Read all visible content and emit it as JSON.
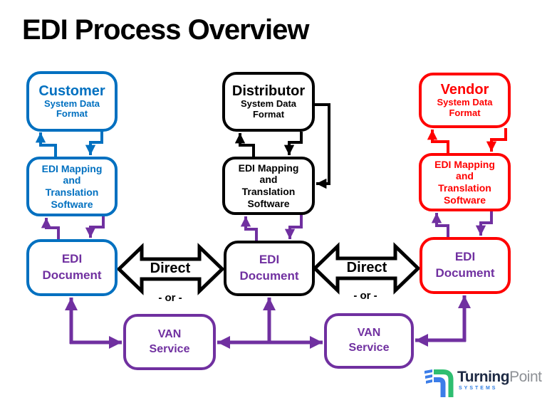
{
  "title": "EDI Process Overview",
  "palette": {
    "customer_blue": "#0070C0",
    "distributor_black": "#000000",
    "vendor_red": "#FF0000",
    "edi_purple": "#7030A0"
  },
  "columns": [
    {
      "name": "Customer",
      "sub_lines": [
        "System Data",
        "Format"
      ],
      "mapping_lines": [
        "EDI Mapping",
        "and",
        "Translation",
        "Software"
      ],
      "doc_lines": [
        "EDI",
        "Document"
      ]
    },
    {
      "name": "Distributor",
      "sub_lines": [
        "System Data",
        "Format"
      ],
      "mapping_lines": [
        "EDI Mapping",
        "and",
        "Translation",
        "Software"
      ],
      "doc_lines": [
        "EDI",
        "Document"
      ]
    },
    {
      "name": "Vendor",
      "sub_lines": [
        "System Data",
        "Format"
      ],
      "mapping_lines": [
        "EDI Mapping",
        "and",
        "Translation",
        "Software"
      ],
      "doc_lines": [
        "EDI",
        "Document"
      ]
    }
  ],
  "connectors": {
    "direct_label": "Direct",
    "or_label": "- or -"
  },
  "van": {
    "lines": [
      "VAN",
      "Service"
    ]
  },
  "logo": {
    "brand_bold": "Turning",
    "brand_light": "Point",
    "tagline": "SYSTEMS"
  }
}
